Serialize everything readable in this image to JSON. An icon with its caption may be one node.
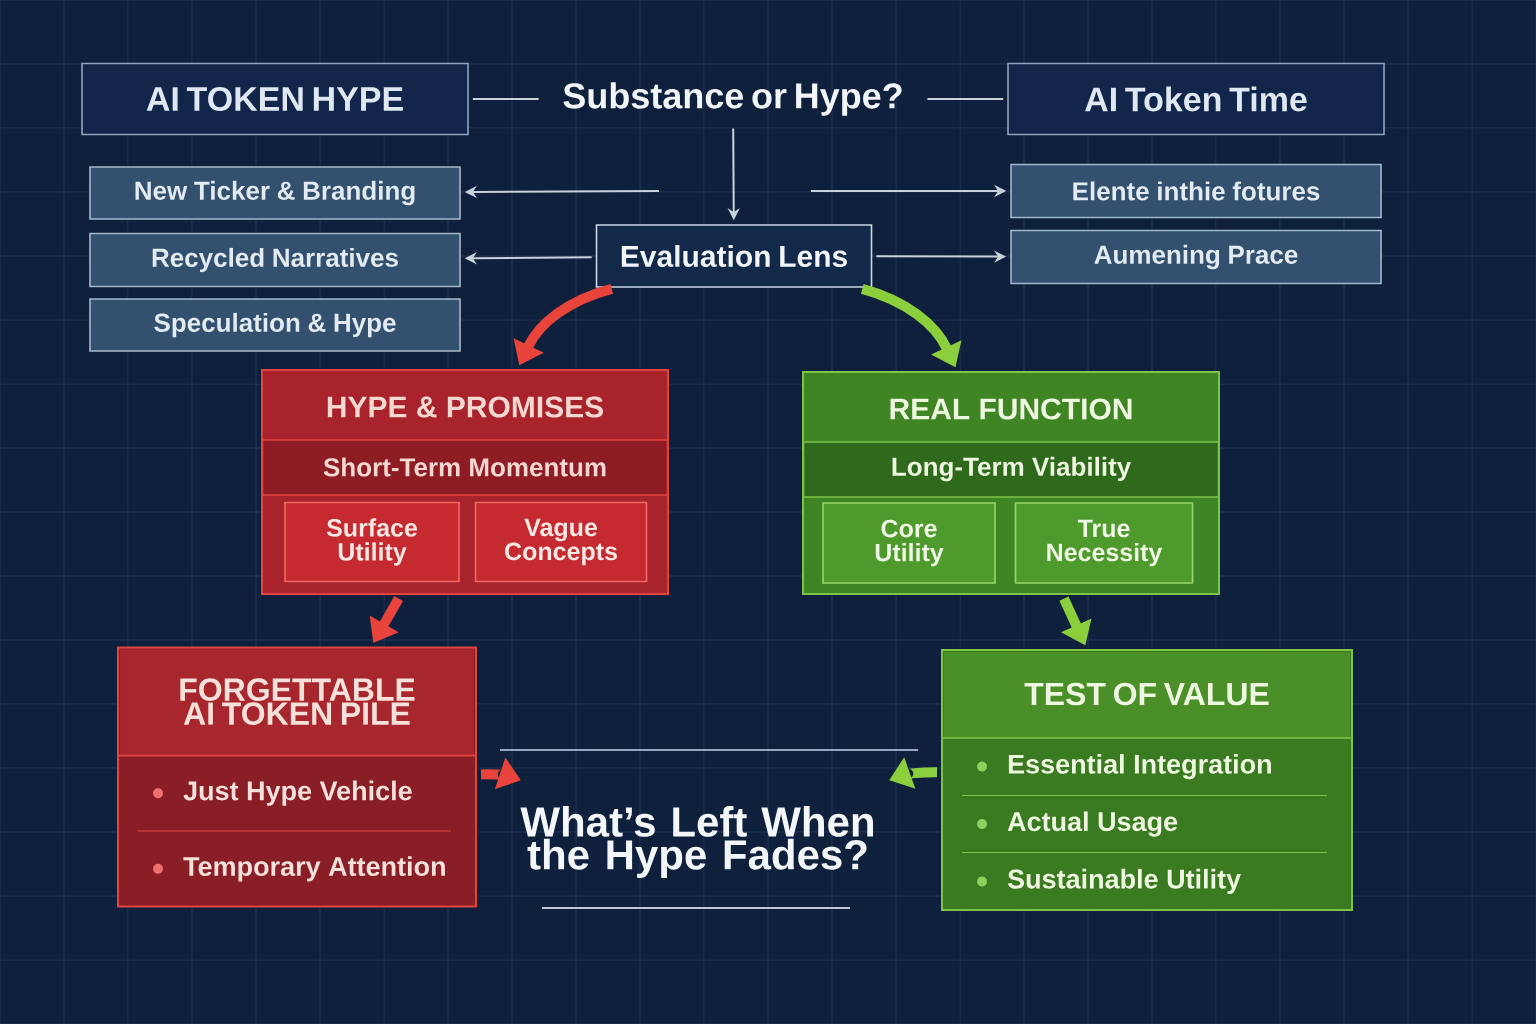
{
  "diagram": {
    "nodes": [
      {
        "text": [
          "AI TOKEN HYPE"
        ]
      },
      {
        "text": [
          "Substance or Hype?"
        ]
      },
      {
        "text": [
          "AI Token Time"
        ]
      },
      {
        "text": [
          "New Ticker & Branding"
        ]
      },
      {
        "text": [
          "Recycled Narratives"
        ]
      },
      {
        "text": [
          "Speculation & Hype"
        ]
      },
      {
        "text": [
          "Elente inthie fotures"
        ]
      },
      {
        "text": [
          "Aumening Prace"
        ]
      },
      {
        "text": [
          "Evaluation Lens"
        ]
      },
      {
        "text": [
          "HYPE & PROMISES",
          "Short-Term Momentum"
        ]
      },
      {
        "text": [
          "Surface Utility"
        ],
        "in": 9
      },
      {
        "text": [
          "Vague Concepts"
        ],
        "in": 9
      },
      {
        "text": [
          "REAL FUNCTION",
          "Long-Term Viability"
        ]
      },
      {
        "text": [
          "Core Utility"
        ],
        "in": 12
      },
      {
        "text": [
          "True Necessity"
        ],
        "in": 12
      },
      {
        "text": [
          "FORGETTABLE AI TOKEN PILE",
          "Just Hype Vehicle",
          "Temporary Attention"
        ]
      },
      {
        "text": [
          "What’s Left When the Hype Fades?"
        ]
      },
      {
        "text": [
          "TEST OF VALUE",
          "Essential Integration",
          "Actual Usage",
          "Sustainable Utility"
        ]
      }
    ],
    "edges": [
      {
        "from": 0,
        "to": 1,
        "arrow": "none"
      },
      {
        "from": 1,
        "to": 2,
        "arrow": "none"
      },
      {
        "from": 1,
        "to": 8,
        "arrow": "to"
      },
      {
        "from": null,
        "to": 3,
        "arrow": "to"
      },
      {
        "from": null,
        "to": 6,
        "arrow": "to"
      },
      {
        "from": 8,
        "to": 4,
        "arrow": "to"
      },
      {
        "from": 8,
        "to": 7,
        "arrow": "to"
      },
      {
        "from": 8,
        "to": 9,
        "arrow": "to",
        "style": "thick",
        "color": "#e8443c"
      },
      {
        "from": 8,
        "to": 12,
        "arrow": "to",
        "style": "thick",
        "color": "#8ccf3c"
      },
      {
        "from": 9,
        "to": 15,
        "arrow": "to",
        "style": "thick",
        "color": "#e8443c"
      },
      {
        "from": 12,
        "to": 17,
        "arrow": "to",
        "style": "thick",
        "color": "#8ccf3c"
      },
      {
        "from": 15,
        "to": 16,
        "arrow": "to",
        "style": "thick",
        "color": "#e8443c"
      },
      {
        "from": 17,
        "to": 16,
        "arrow": "to",
        "style": "thick",
        "color": "#8ccf3c"
      }
    ]
  }
}
